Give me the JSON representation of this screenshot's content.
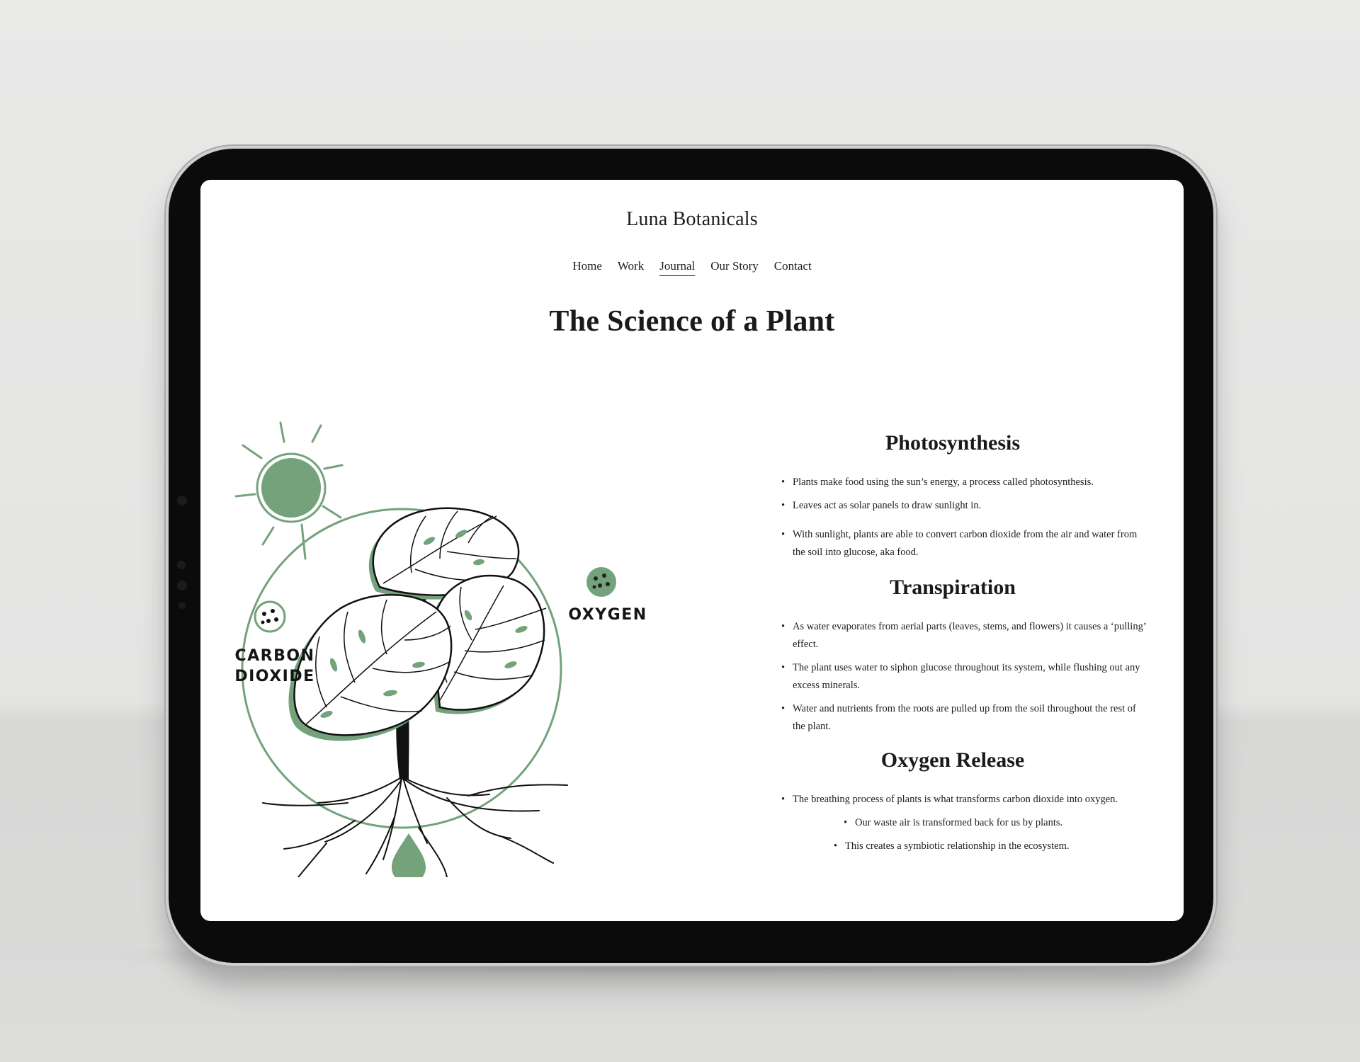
{
  "site": {
    "brand": "Luna Botanicals"
  },
  "nav": {
    "items": [
      {
        "label": "Home"
      },
      {
        "label": "Work"
      },
      {
        "label": "Journal",
        "active": true
      },
      {
        "label": "Our Story"
      },
      {
        "label": "Contact"
      }
    ]
  },
  "page": {
    "title": "The Science of a Plant"
  },
  "illustration": {
    "label_co2_line1": "CARBON",
    "label_co2_line2": "DIOXIDE",
    "label_oxygen": "OXYGEN",
    "accent": "#73a27b"
  },
  "sections": [
    {
      "heading": "Photosynthesis",
      "bullets": [
        "Plants make food using the sun’s energy, a process called photosynthesis.",
        "Leaves act as solar panels to draw sunlight in.",
        "With sunlight, plants are able to convert carbon dioxide from the air and water from the soil into glucose, aka food."
      ]
    },
    {
      "heading": "Transpiration",
      "bullets": [
        "As water evaporates from aerial parts (leaves, stems, and flowers) it causes a ‘pulling’ effect.",
        "The plant uses water to siphon glucose throughout its system, while flushing out any excess minerals.",
        "Water and nutrients from the roots are pulled up from the soil throughout the rest of the plant."
      ]
    },
    {
      "heading": "Oxygen Release",
      "bullets": [
        "The breathing process of plants is what transforms carbon dioxide into oxygen.",
        "Our waste air is transformed back for us by plants.",
        "This creates a symbiotic relationship in the ecosystem."
      ]
    }
  ]
}
